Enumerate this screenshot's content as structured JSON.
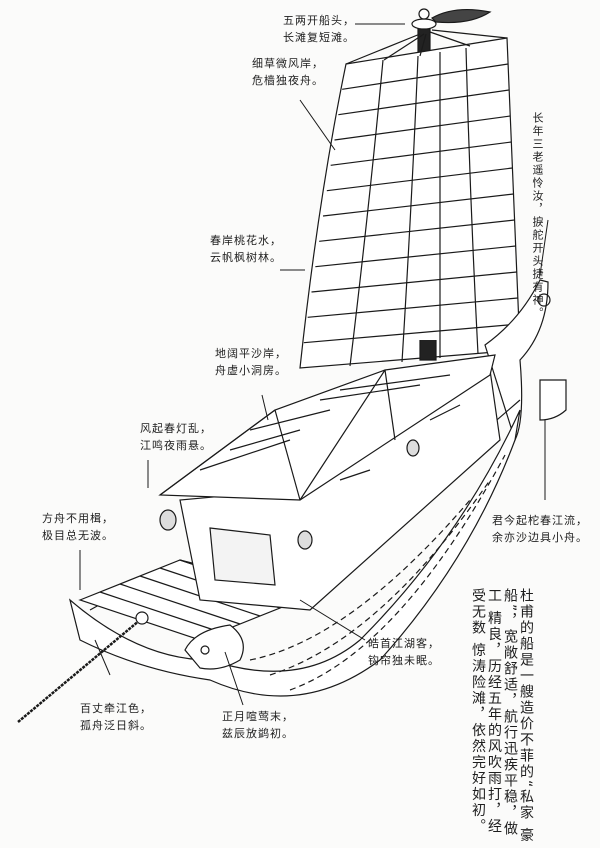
{
  "annotations": {
    "mast_top": [
      "五两开船头，",
      "长滩复短滩。"
    ],
    "sail_left": [
      "细草微风岸，",
      "危樯独夜舟。"
    ],
    "stern": [
      "长年三老遥怜汝，",
      "捩舵开头捷有神。"
    ],
    "sail_mid": [
      "春岸桃花水，",
      "云帆枫树林。"
    ],
    "cabin_roof": [
      "地阔平沙岸，",
      "舟虚小洞房。"
    ],
    "lantern": [
      "风起春灯乱，",
      "江鸣夜雨悬。"
    ],
    "bow_deck": [
      "方舟不用楫，",
      "极目总无波。"
    ],
    "tow_rope": [
      "百丈牵江色，",
      "孤舟泛日斜。"
    ],
    "dragon_head": [
      "正月喧莺末，",
      "兹辰放鹢初。"
    ],
    "cabin_side": [
      "皓首江湖客，",
      "钩帘独未眠。"
    ],
    "rudder": [
      "君今起柁春江流，",
      "余亦沙边具小舟。"
    ]
  },
  "description_text": [
    "杜甫的船是一艘造价不菲的“私家",
    "豪船”，宽敞舒适，航行迅疾平稳，做工",
    "精良，历经五年的风吹雨打，经受无数",
    "惊涛险滩，依然完好如初。"
  ]
}
